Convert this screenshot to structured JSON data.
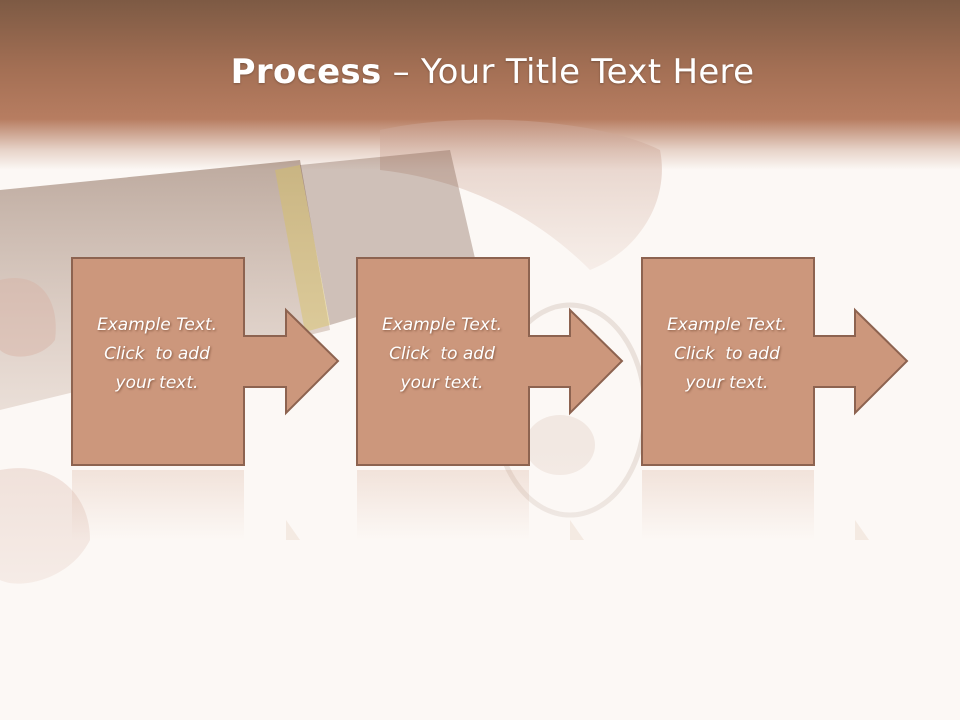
{
  "title": {
    "bold": "Process",
    "rest": " – Your Title Text Here"
  },
  "colors": {
    "header_dark": "#7d5a44",
    "header_light": "#b77d61",
    "box_fill": "#cc977c",
    "box_stroke": "#8d6350",
    "text": "#ffffff"
  },
  "steps": [
    {
      "line1": "Example Text.",
      "line2": "Click  to add",
      "line3": "your text."
    },
    {
      "line1": "Example Text.",
      "line2": "Click  to add",
      "line3": "your text."
    },
    {
      "line1": "Example Text.",
      "line2": "Click  to add",
      "line3": "your text."
    }
  ]
}
